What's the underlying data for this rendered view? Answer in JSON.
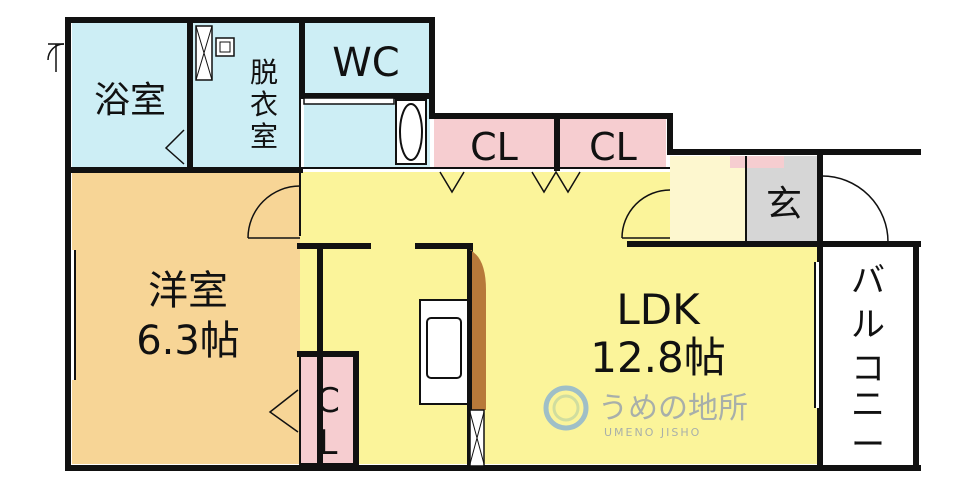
{
  "floorplan": {
    "rooms": {
      "bath": "浴室",
      "washroom": "脱衣室",
      "wc": "WC",
      "closet_1": "CL",
      "closet_2": "CL",
      "entrance": "玄",
      "western_room_name": "洋室",
      "western_room_size": "6.3帖",
      "closet_3": "CL",
      "ldk_name": "LDK",
      "ldk_size": "12.8帖",
      "balcony": "バルコニー"
    },
    "watermark": {
      "name": "うめの地所",
      "romaji": "UMENO JISHO"
    },
    "colors": {
      "bath": "#cdeef5",
      "western_room": "#f7d596",
      "ldk": "#fbf49a",
      "closet": "#f6cdd0",
      "entrance_floor": "#fdf7cf",
      "genkan": "#d6d6d6",
      "wall": "#111111",
      "wood": "#b7793a"
    }
  }
}
